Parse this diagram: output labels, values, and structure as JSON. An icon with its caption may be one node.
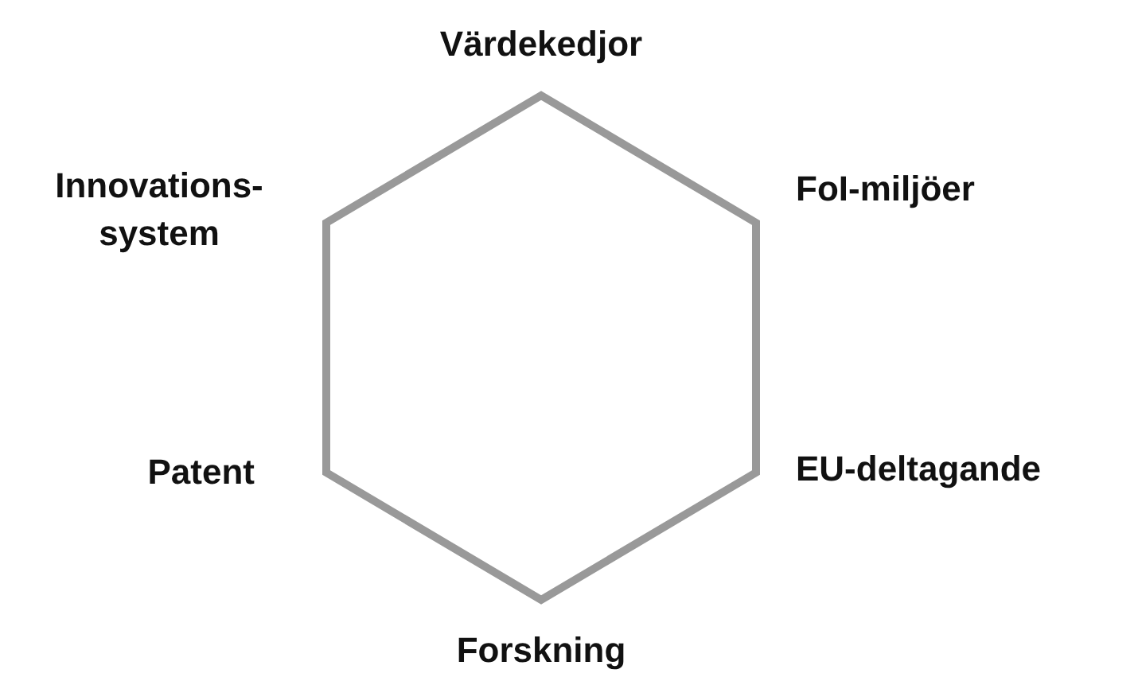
{
  "diagram": {
    "nodes": [
      {
        "text": [],
        "shape": "hexagon",
        "beside": [
          "Värdekedjor",
          "Innovations- system",
          "FoI-miljöer",
          "Patent",
          "EU-deltagande",
          "Forskning"
        ]
      }
    ]
  }
}
